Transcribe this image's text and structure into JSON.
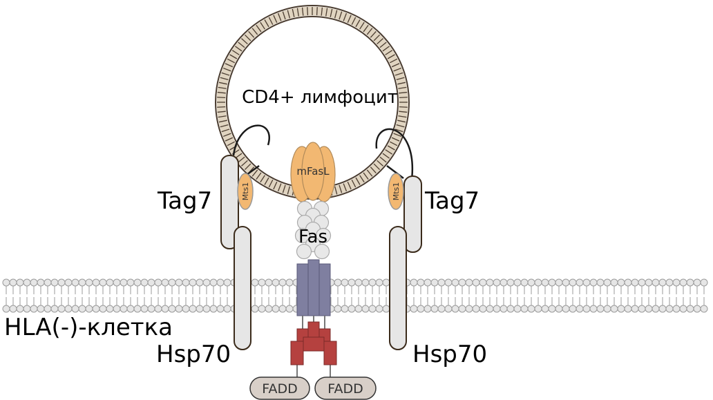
{
  "labels": {
    "lymphocyte": "CD4+ лимфоцит",
    "cell": "HLA(-)-клетка",
    "tag7_left": "Tag7",
    "tag7_right": "Tag7",
    "hsp70_left": "Hsp70",
    "hsp70_right": "Hsp70",
    "mfasl": "mFasL",
    "fas": "Fas",
    "mts1_left": "Mts1",
    "mts1_right": "Mts1",
    "fadd_left": "FADD",
    "fadd_right": "FADD"
  },
  "colors": {
    "membrane_head": "#e6e6e6",
    "membrane_outline": "#9a9a9a",
    "vesicle_outline": "#4a3c30",
    "vesicle_fill": "#e0d4c0",
    "tag7_hsp70_fill": "#e6e6e6",
    "tag7_hsp70_outline": "#3a2a1a",
    "mfasl_fill": "#f2b872",
    "mts1_fill": "#f2b872",
    "fas_domain_fill": "#e8e8e8",
    "fas_tm_fill": "#7f7fa0",
    "death_domain_fill": "#b5413f",
    "fadd_fill": "#d8cfc8"
  }
}
